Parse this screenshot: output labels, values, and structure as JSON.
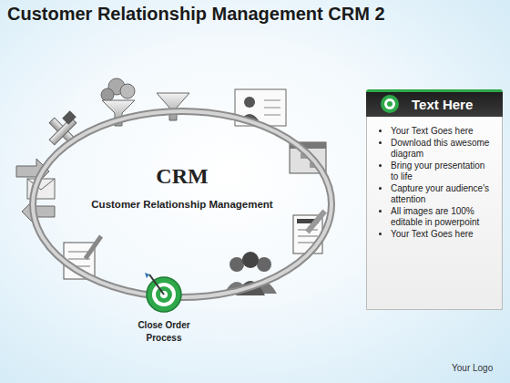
{
  "diagram": {
    "title": "Customer Relationship Management CRM 2",
    "nodes": [
      {
        "text": [
          "CRM",
          "Customer Relationship Management"
        ]
      },
      {
        "text": [
          "Close Order Process"
        ]
      },
      {
        "text": [
          "Text Here",
          "Your Text Goes here",
          "Download this awesome diagram",
          "Bring your presentation to life",
          "Capture your audience's attention",
          "All images are 100% editable in powerpoint",
          "Your Text Goes here"
        ]
      }
    ],
    "labels": [
      "Your Logo"
    ]
  }
}
